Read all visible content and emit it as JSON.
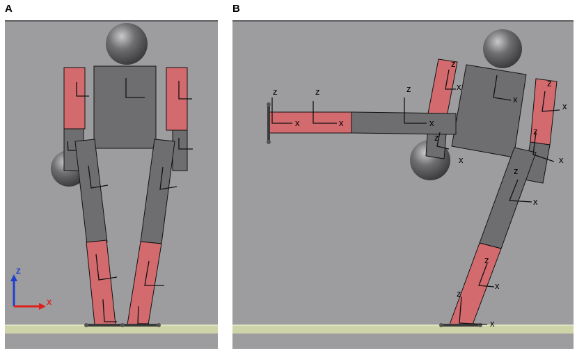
{
  "panels": [
    {
      "label": "A"
    },
    {
      "label": "B"
    }
  ],
  "triad": {
    "z_label": "Z",
    "x_label": "X",
    "z_color": "#1f3fd0",
    "x_color": "#e0201a"
  },
  "axis_letters": {
    "z": "z",
    "x": "x"
  },
  "colors": {
    "background": "#9d9d9f",
    "link_red": "#d36a6e",
    "link_gray": "#6e6e70",
    "sphere": "#5a5a5c",
    "floor": "#cfd3a8"
  }
}
